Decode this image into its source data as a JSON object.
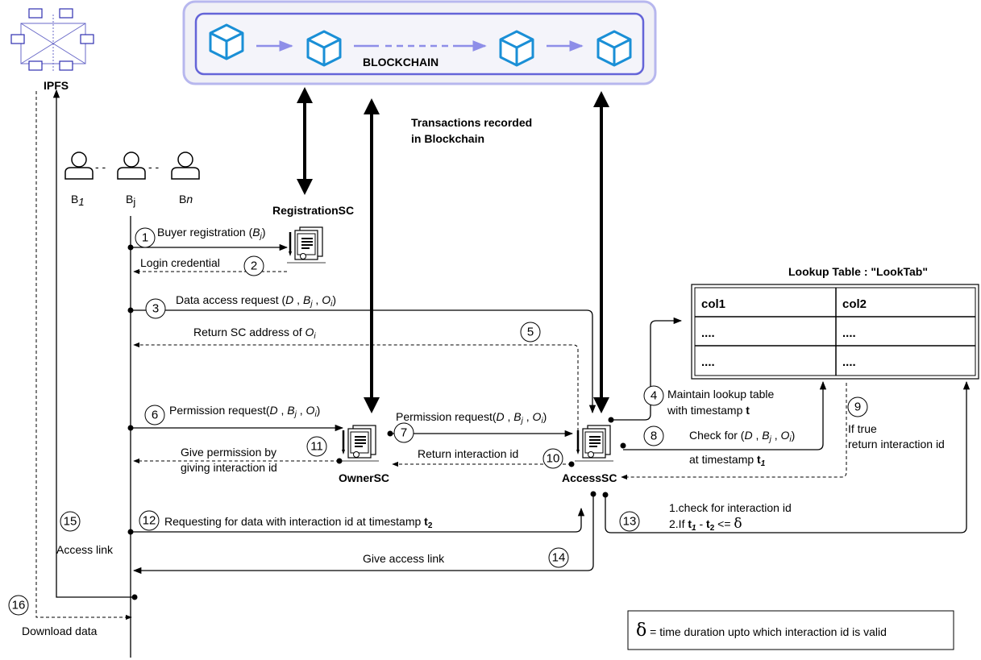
{
  "ipfs": {
    "label": "IPFS",
    "color": "#1f1fb4"
  },
  "blockchain": {
    "label": "BLOCKCHAIN",
    "color": "#1f1fb4",
    "cube_color": "#1a8fd6",
    "arrow_color": "#8e8ee8"
  },
  "transactions_note": {
    "line1": "Transactions recorded",
    "line2": "in Blockchain"
  },
  "buyers": {
    "b1": "B",
    "b1_sub": "1",
    "bj": "B",
    "bj_sub": "j",
    "bn": "B",
    "bn_sub": "n",
    "sep1": "- -",
    "sep2": "- -"
  },
  "contracts": {
    "registration": "RegistrationSC",
    "owner": "OwnerSC",
    "access": "AccessSC"
  },
  "lookup": {
    "title": "Lookup Table : \"LookTab\"",
    "header": [
      "col1",
      "col2"
    ],
    "rows": [
      [
        "....",
        "...."
      ],
      [
        "....",
        "...."
      ]
    ]
  },
  "steps": {
    "s1": {
      "num": "1",
      "text": "Buyer registration (",
      "v1": "B",
      "v1_sub": "j",
      "tail": ")"
    },
    "s2": {
      "num": "2",
      "text": "Login credential"
    },
    "s3": {
      "num": "3",
      "text": "Data access request (",
      "d": "D",
      "comma": " , ",
      "bj": "B",
      "bj_sub": "j",
      "oi": "O",
      "oi_sub": "i",
      "tail": ")"
    },
    "s4": {
      "num": "4",
      "line1": "Maintain lookup table",
      "line2": "with timestamp ",
      "t": "t"
    },
    "s5": {
      "num": "5",
      "text": "Return SC address of ",
      "oi": "O",
      "oi_sub": "i"
    },
    "s6": {
      "num": "6",
      "text": "Permission request(",
      "d": "D",
      "comma": " , ",
      "bj": "B",
      "bj_sub": "j",
      "oi": "O",
      "oi_sub": "i",
      "tail": ")"
    },
    "s7": {
      "num": "7",
      "text": "Permission request(",
      "d": "D",
      "comma": " , ",
      "bj": "B",
      "bj_sub": "j",
      "oi": "O",
      "oi_sub": "i",
      "tail": ")"
    },
    "s8": {
      "num": "8",
      "line1": "Check for (",
      "d": "D",
      "comma": " , ",
      "bj": "B",
      "bj_sub": "j",
      "oi": "O",
      "oi_sub": "i",
      "tail": ")",
      "line2": "at timestamp ",
      "t1": "t",
      "t1_sub": "1"
    },
    "s9": {
      "num": "9",
      "line1": "If true",
      "line2": "return interaction id"
    },
    "s10": {
      "num": "10",
      "text": "Return interaction id"
    },
    "s11": {
      "num": "11",
      "line1": "Give permission by",
      "line2": "giving interaction id"
    },
    "s12": {
      "num": "12",
      "text": "Requesting for data with interaction id at timestamp ",
      "t": "t",
      "t_sub": "2"
    },
    "s13": {
      "num": "13",
      "line1": "1.check for interaction id",
      "line2_a": "2.If ",
      "t1": "t",
      "t1_sub": "1",
      "minus": " - ",
      "t2": "t",
      "t2_sub": "2",
      "cmp": " <=  ",
      "delta": "δ"
    },
    "s14": {
      "num": "14",
      "text": "Give access link"
    },
    "s15": {
      "num": "15",
      "text": "Access link"
    },
    "s16": {
      "num": "16",
      "text": "Download data"
    }
  },
  "legend": {
    "delta": "δ",
    "text": " =  time duration upto which interaction id is valid"
  }
}
